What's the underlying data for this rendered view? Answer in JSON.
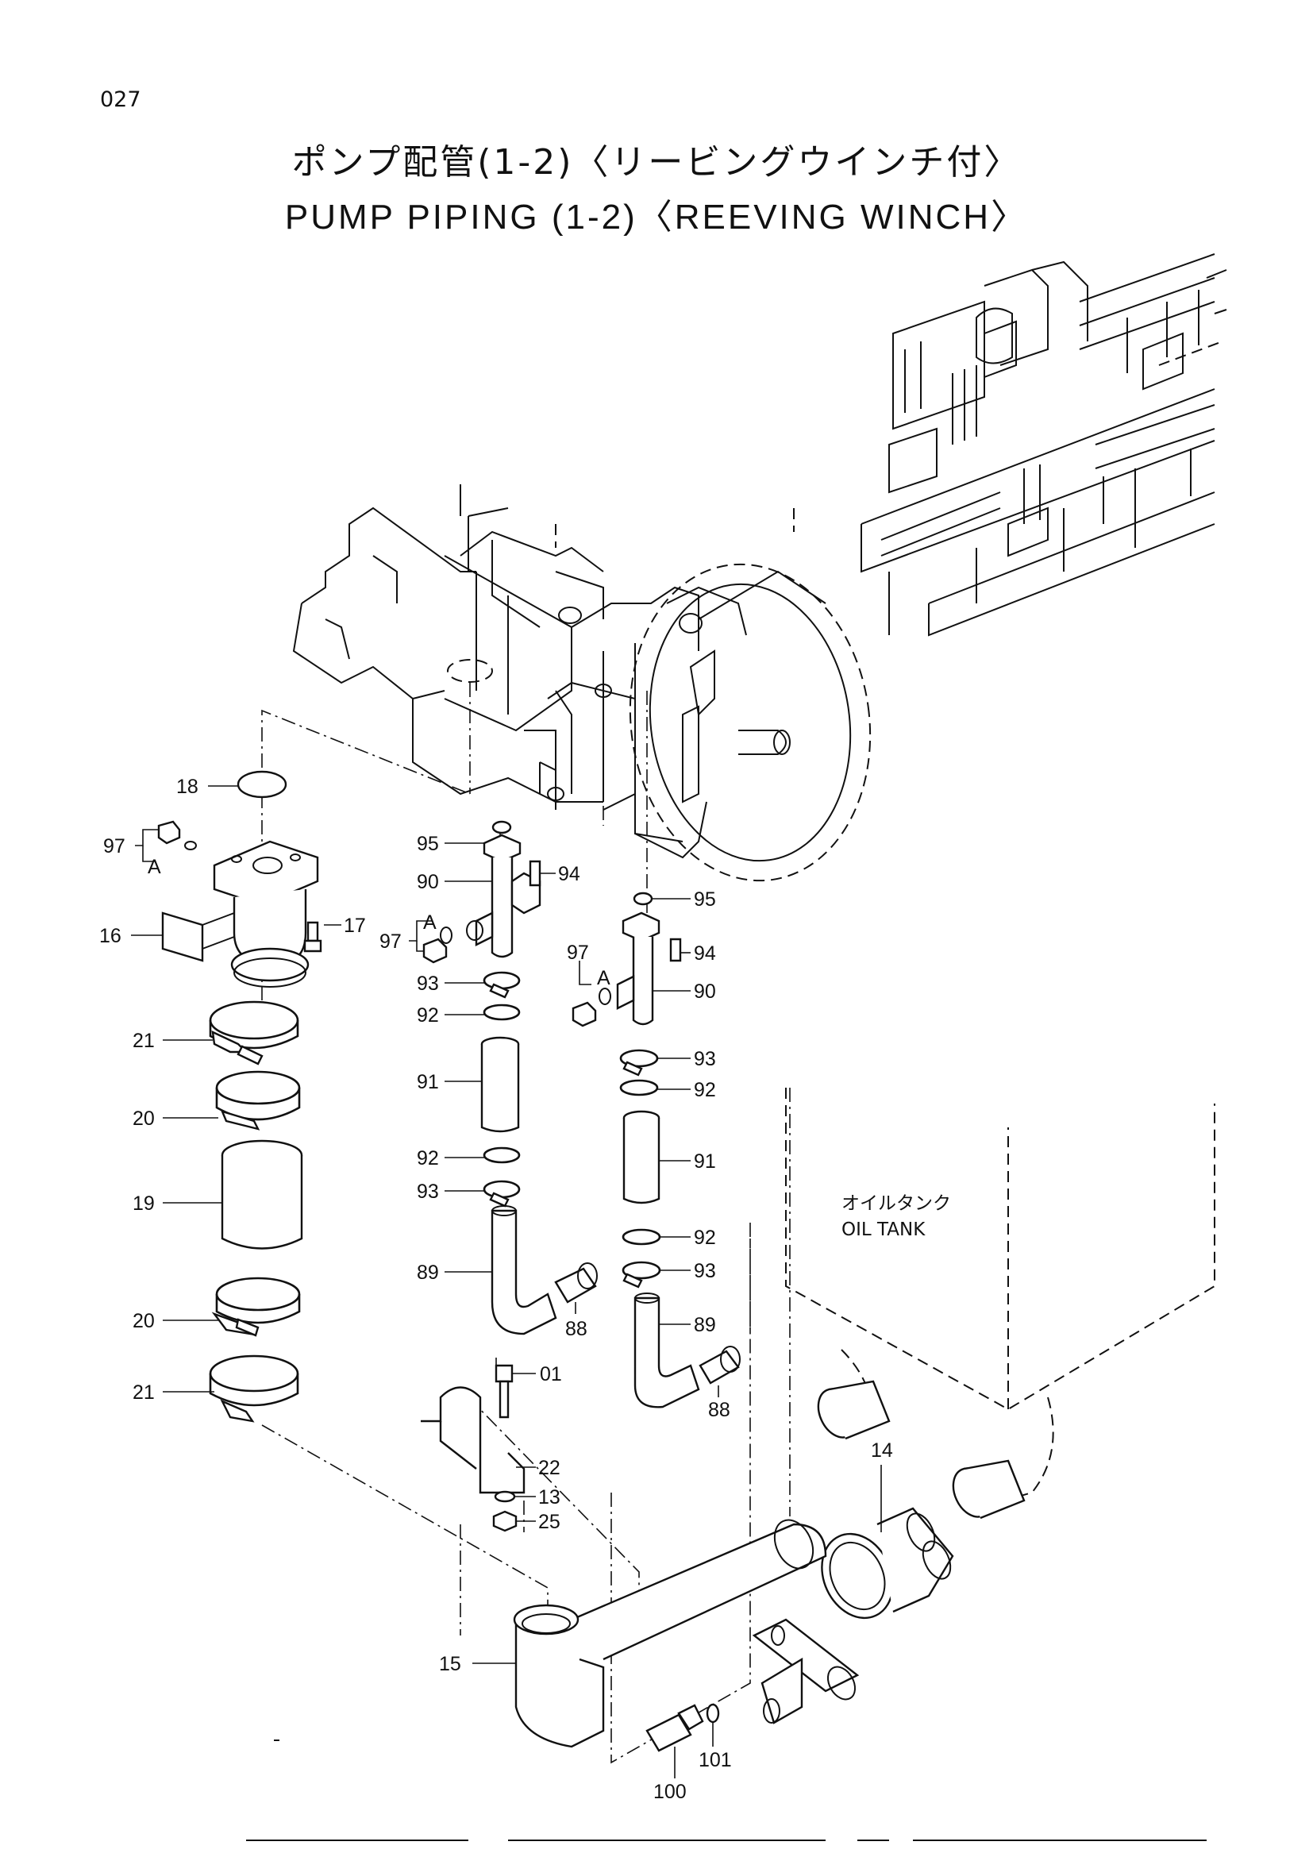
{
  "page_number": "027",
  "title_jp": "ポンプ配管(1-2)〈リービングウインチ付〉",
  "title_en": "PUMP   PIPING (1-2)〈REEVING   WINCH〉",
  "tank_label": {
    "jp": "オイルタンク",
    "en": "OIL TANK"
  },
  "detail_marker": "A",
  "callouts": {
    "c18": "18",
    "c97a": "97",
    "c16": "16",
    "c17": "17",
    "c21a": "21",
    "c20a": "20",
    "c19": "19",
    "c20b": "20",
    "c21b": "21",
    "c95a": "95",
    "c90a": "90",
    "c94a": "94",
    "c97b": "97",
    "c93a": "93",
    "c92a": "92",
    "c91a": "91",
    "c92b": "92",
    "c93b": "93",
    "c89a": "89",
    "c88a": "88",
    "c95b": "95",
    "c94b": "94",
    "c97c": "97",
    "c90b": "90",
    "c93c": "93",
    "c92c": "92",
    "c91b": "91",
    "c92d": "92",
    "c93d": "93",
    "c89b": "89",
    "c88b": "88",
    "c01": "01",
    "c22": "22",
    "c13": "13",
    "c25": "25",
    "c14": "14",
    "c15": "15",
    "c100": "100",
    "c101": "101"
  }
}
